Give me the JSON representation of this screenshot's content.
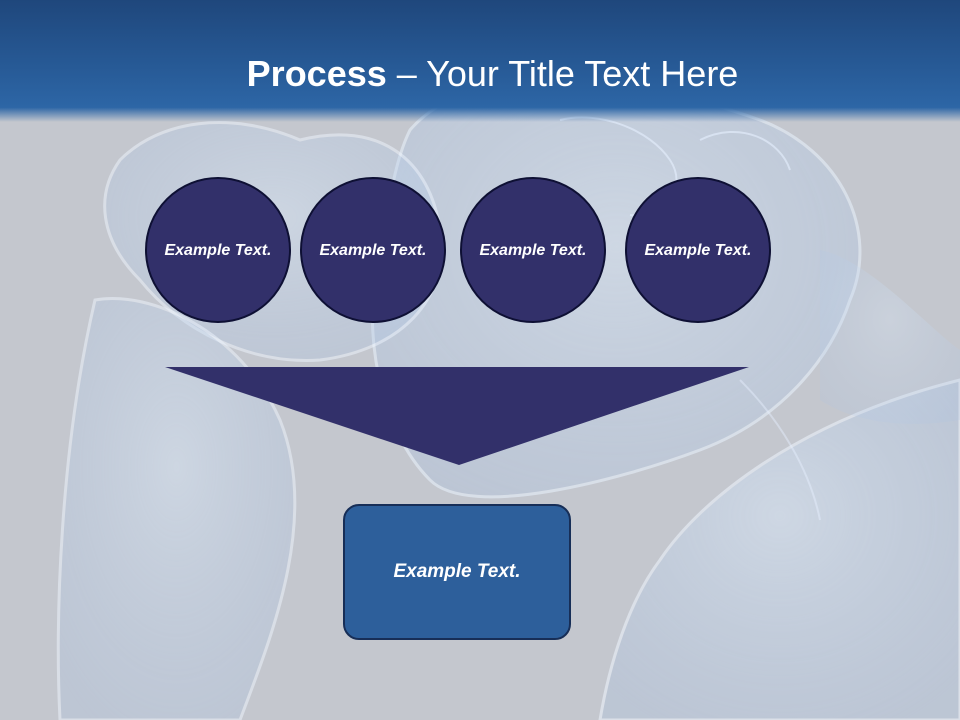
{
  "slide": {
    "title_bold": "Process",
    "title_dash": " – ",
    "title_rest": "Your Title Text Here"
  },
  "circles": [
    {
      "label": "Example Text."
    },
    {
      "label": "Example Text."
    },
    {
      "label": "Example Text."
    },
    {
      "label": "Example Text."
    }
  ],
  "result": {
    "label": "Example Text."
  },
  "colors": {
    "header": "#275a96",
    "circle_fill": "#32306a",
    "funnel_fill": "#32306a",
    "result_fill": "#2d5f9b",
    "background": "#c6c9d0"
  }
}
